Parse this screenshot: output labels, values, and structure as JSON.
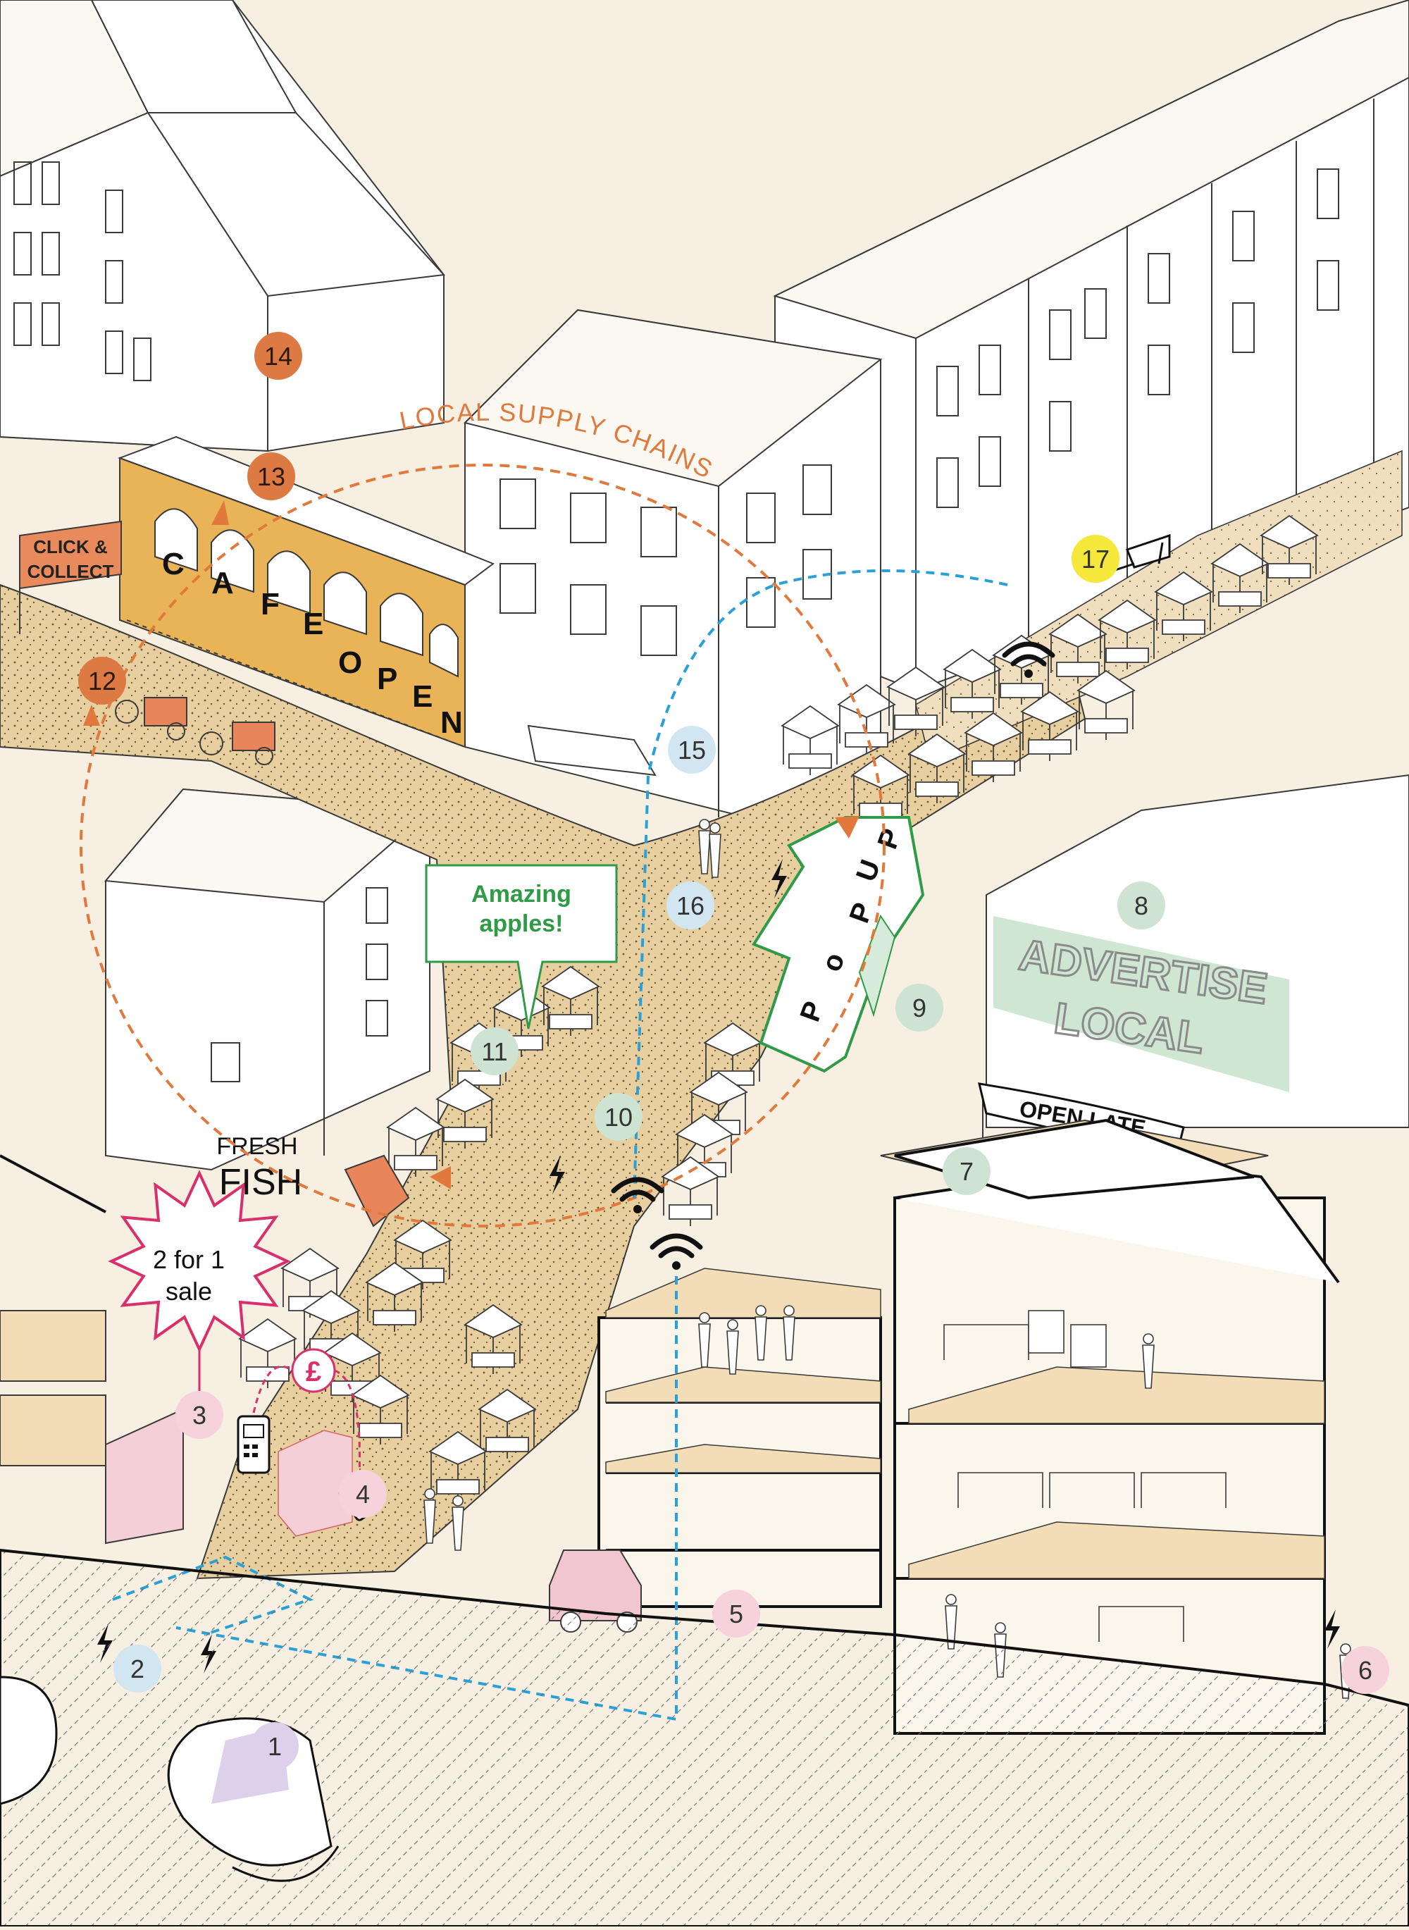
{
  "colors": {
    "background": "#f7efe2",
    "line": "#3a3a3a",
    "ground_sand": "#e8cfa0",
    "cafe": "#e9b458",
    "orange": "#e0793b",
    "orange_badge": "#dd7a43",
    "green_badge": "#cfe3d2",
    "blue_badge": "#d2e6f2",
    "pink_badge": "#f5d2dc",
    "purple_badge": "#ddd0ea",
    "yellow_badge": "#f6e83a",
    "popup_green": "#2f9b46",
    "advert_fill": "#cfe6d3",
    "pink_accent": "#d92f6a",
    "wifi_blue": "#2aa0d8",
    "hatch": "#6a6a6a"
  },
  "labels": {
    "local_supply_chains": "LOCAL SUPPLY CHAINS",
    "click_collect_line1": "CLICK &",
    "click_collect_line2": "COLLECT",
    "cafe_letters": [
      "C",
      "A",
      "F",
      "E"
    ],
    "open_letters": [
      "O",
      "P",
      "E",
      "N"
    ],
    "popup_letters": [
      "P",
      "o",
      "P",
      "U",
      "P"
    ],
    "amazing_line1": "Amazing",
    "amazing_line2": "apples!",
    "advertise_line1": "ADVERTISE",
    "advertise_line2": "LOCAL",
    "open_late": "OPEN LATE",
    "fresh": "FRESH",
    "fish": "FISH",
    "sale_line1": "2 for 1",
    "sale_line2": "sale",
    "pound": "£"
  },
  "markers": [
    {
      "num": "1",
      "category": "purple"
    },
    {
      "num": "2",
      "category": "blue"
    },
    {
      "num": "3",
      "category": "pink"
    },
    {
      "num": "4",
      "category": "pink"
    },
    {
      "num": "5",
      "category": "pink"
    },
    {
      "num": "6",
      "category": "pink"
    },
    {
      "num": "7",
      "category": "green"
    },
    {
      "num": "8",
      "category": "green"
    },
    {
      "num": "9",
      "category": "green"
    },
    {
      "num": "10",
      "category": "green"
    },
    {
      "num": "11",
      "category": "green"
    },
    {
      "num": "12",
      "category": "orange"
    },
    {
      "num": "13",
      "category": "orange"
    },
    {
      "num": "14",
      "category": "orange"
    },
    {
      "num": "15",
      "category": "blue"
    },
    {
      "num": "16",
      "category": "blue"
    },
    {
      "num": "17",
      "category": "yellow"
    }
  ],
  "icons": [
    "wifi-icon",
    "lightning-icon",
    "cctv-camera-icon",
    "card-reader-icon",
    "contactless-phone-icon",
    "bicycle-icon",
    "cargo-bike-icon",
    "van-icon",
    "person-icon",
    "market-stall-icon",
    "tree-icon",
    "speech-bubble-icon",
    "starburst-icon"
  ]
}
